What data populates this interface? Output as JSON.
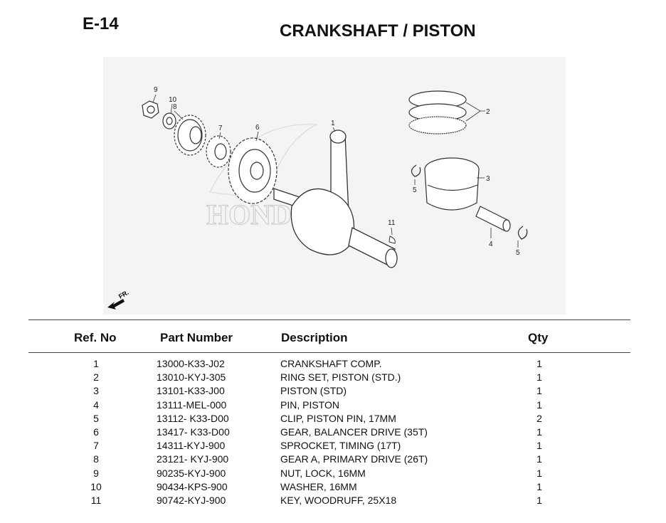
{
  "page_code": "E-14",
  "page_title": "CRANKSHAFT / PISTON",
  "diagram": {
    "callouts": [
      "9",
      "10",
      "8",
      "7",
      "6",
      "1",
      "2",
      "3",
      "5",
      "11",
      "4",
      "5"
    ],
    "watermark": "HONDA",
    "front_label": "FR."
  },
  "table": {
    "headers": [
      "Ref. No",
      "Part Number",
      "Description",
      "Qty"
    ],
    "rows": [
      {
        "ref": "1",
        "part": "13000-K33-J02",
        "desc": "CRANKSHAFT COMP.",
        "qty": "1"
      },
      {
        "ref": "2",
        "part": "13010-KYJ-305",
        "desc": "RING SET, PISTON (STD.)",
        "qty": "1"
      },
      {
        "ref": "3",
        "part": "13101-K33-J00",
        "desc": "PISTON (STD)",
        "qty": "1"
      },
      {
        "ref": "4",
        "part": "13111-MEL-000",
        "desc": "PIN, PISTON",
        "qty": "1"
      },
      {
        "ref": "5",
        "part": "13112- K33-D00",
        "desc": "CLIP, PISTON PIN, 17MM",
        "qty": "2"
      },
      {
        "ref": "6",
        "part": "13417- K33-D00",
        "desc": "GEAR, BALANCER DRIVE (35T)",
        "qty": "1"
      },
      {
        "ref": "7",
        "part": "14311-KYJ-900",
        "desc": "SPROCKET, TIMING (17T)",
        "qty": "1"
      },
      {
        "ref": "8",
        "part": "23121- KYJ-900",
        "desc": "GEAR A, PRIMARY DRIVE (26T)",
        "qty": "1"
      },
      {
        "ref": "9",
        "part": "90235-KYJ-900",
        "desc": "NUT, LOCK, 16MM",
        "qty": "1"
      },
      {
        "ref": "10",
        "part": "90434-KPS-900",
        "desc": "WASHER, 16MM",
        "qty": "1"
      },
      {
        "ref": "11",
        "part": "90742-KYJ-900",
        "desc": "KEY, WOODRUFF, 25X18",
        "qty": "1"
      }
    ]
  }
}
